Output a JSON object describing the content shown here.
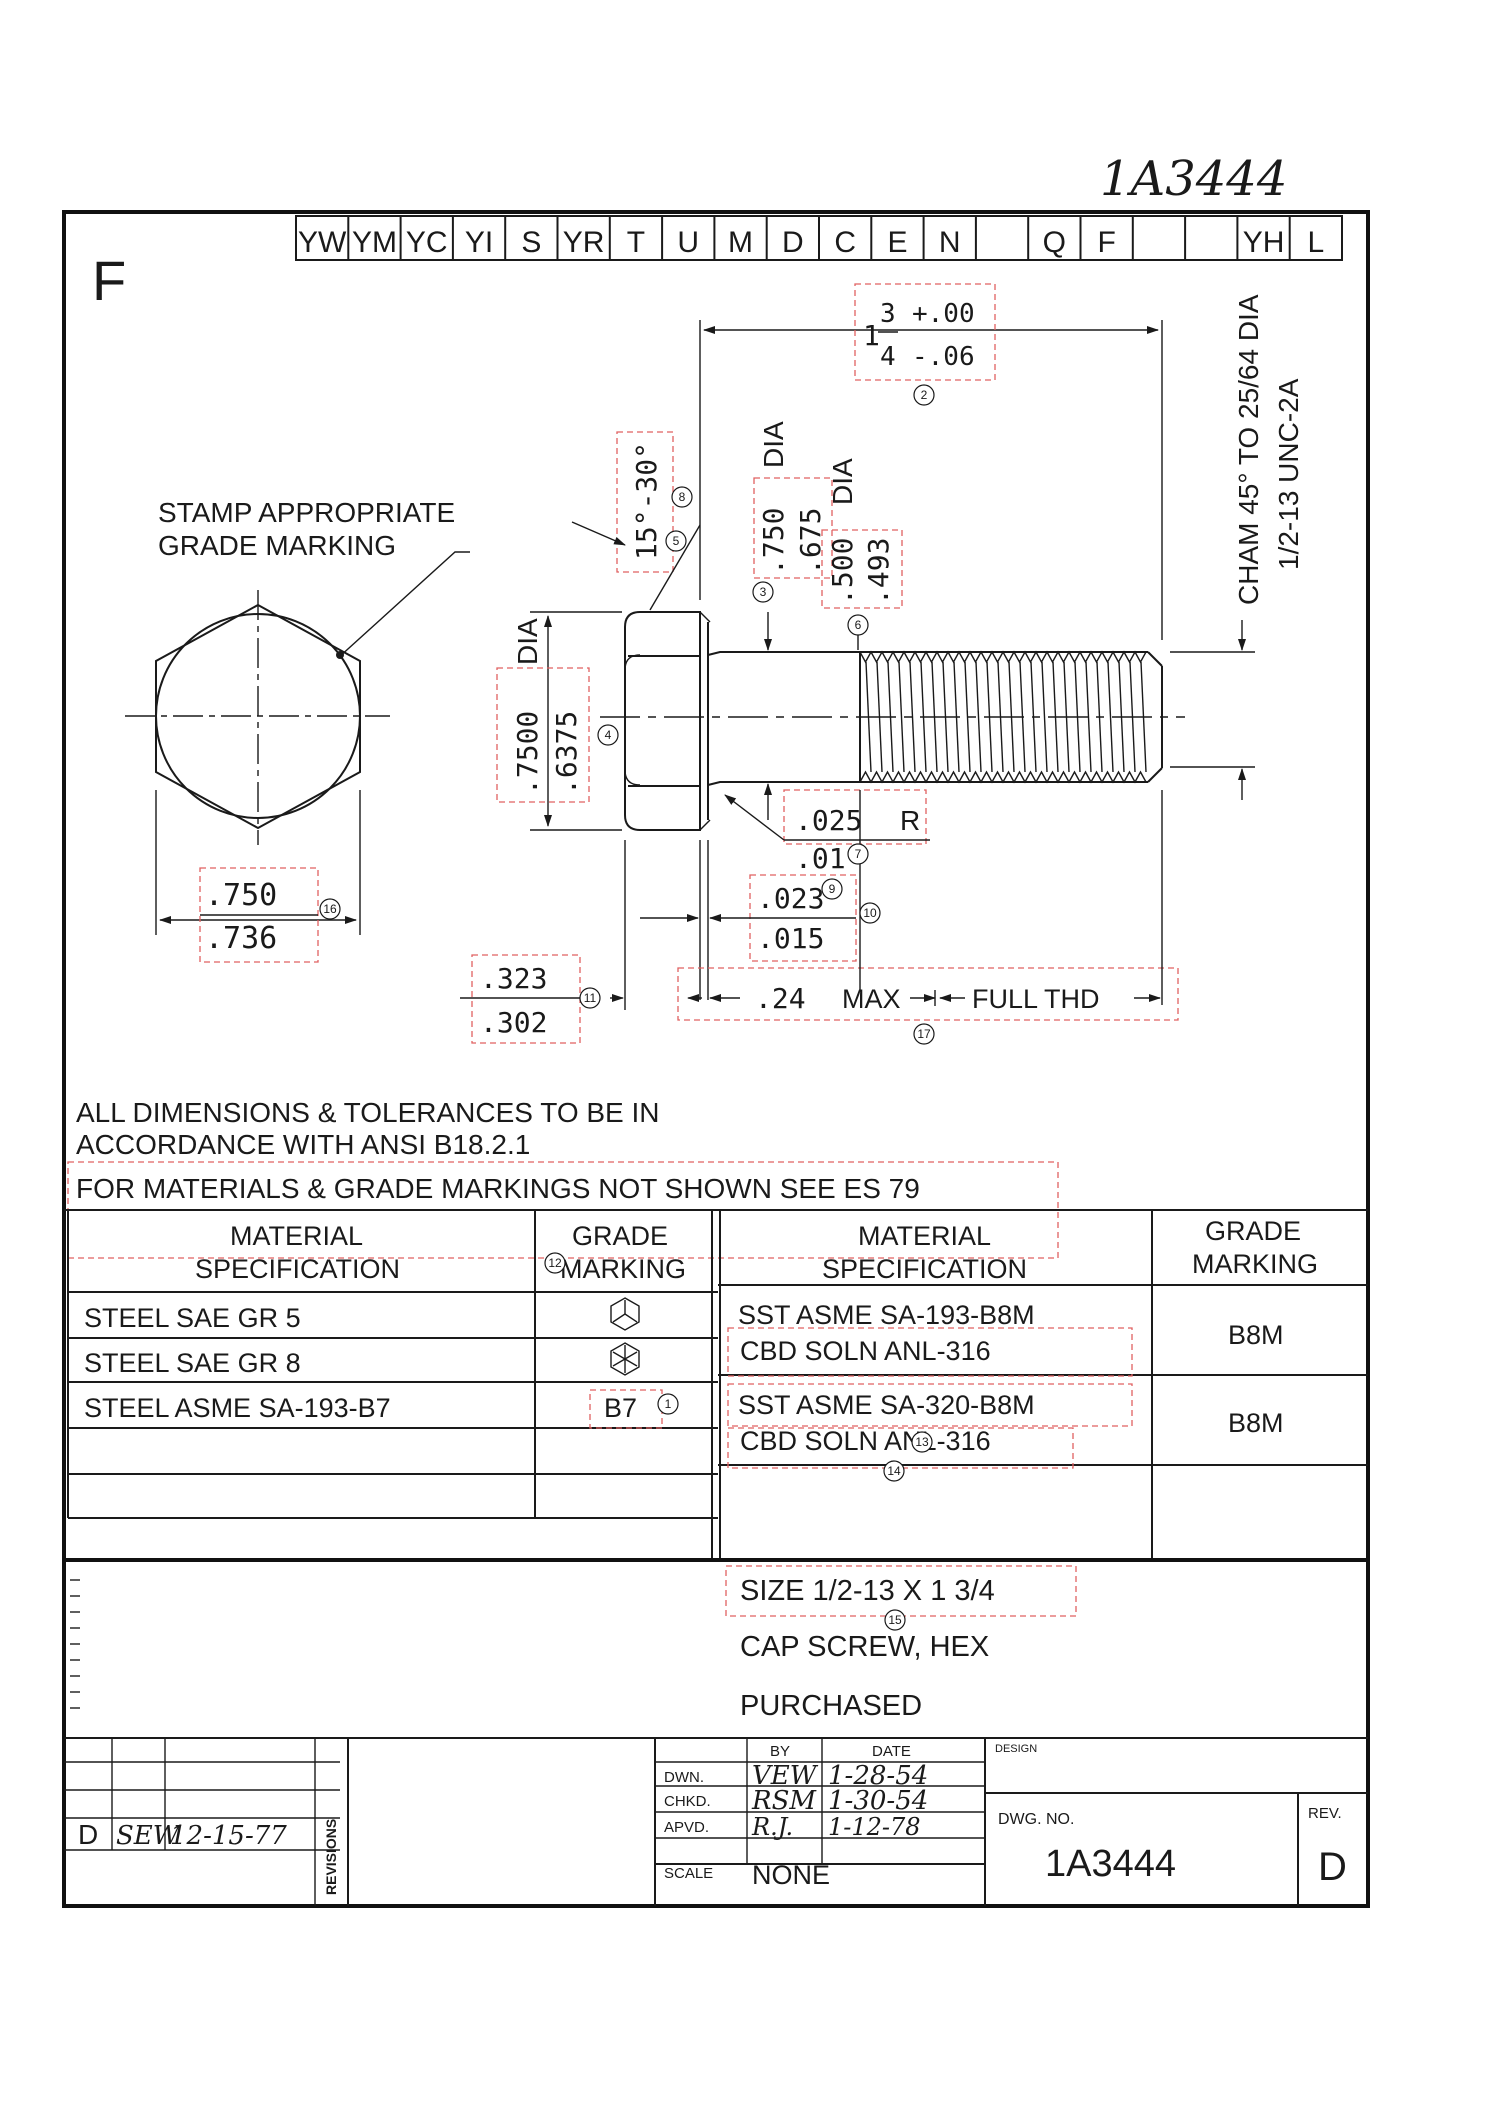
{
  "header": {
    "doc_number_handwritten": "1A3444",
    "letter_f": "F",
    "code_boxes": [
      "YW",
      "YM",
      "YC",
      "YI",
      "S",
      "YR",
      "T",
      "U",
      "M",
      "D",
      "C",
      "E",
      "N",
      "",
      "Q",
      "F",
      "",
      "",
      "YH",
      "L"
    ]
  },
  "drawing": {
    "stamp_note_line1": "STAMP APPROPRIATE",
    "stamp_note_line2": "GRADE MARKING",
    "length_whole": "1",
    "length_num": "3",
    "length_den": "4",
    "length_tol_plus": "+.00",
    "length_tol_minus": "-.06",
    "angle": "15°-30°",
    "shank_dia_max": ".750",
    "shank_dia_min": ".675",
    "dia_label_a": "DIA",
    "thread_dia_max": ".500",
    "thread_dia_min": ".493",
    "dia_label_b": "DIA",
    "cham_line1": "CHAM 45° TO 25/64 DIA",
    "cham_line2": "1/2-13 UNC-2A",
    "head_dia_max": ".7500",
    "head_dia_min": ".6375",
    "dia_label_c": "DIA",
    "radius_max": ".025",
    "radius_letter": "R",
    "radius_min": ".01",
    "fillet_max": ".023",
    "fillet_min": ".015",
    "across_flats_max": ".750",
    "across_flats_min": ".736",
    "head_height_max": ".323",
    "head_height_min": ".302",
    "thread_len": ".24",
    "max_label": "MAX",
    "full_thd": "FULL THD",
    "balloons": [
      "1",
      "2",
      "3",
      "4",
      "5",
      "6",
      "7",
      "8",
      "9",
      "10",
      "11",
      "12",
      "13",
      "14",
      "15",
      "16",
      "17"
    ]
  },
  "notes": {
    "line1": "ALL DIMENSIONS & TOLERANCES TO BE IN",
    "line2": "ACCORDANCE WITH ANSI B18.2.1",
    "line3": "FOR MATERIALS & GRADE MARKINGS NOT SHOWN SEE ES 79"
  },
  "materials_table": {
    "col1_header_a": "MATERIAL",
    "col1_header_b": "SPECIFICATION",
    "col2_header_a": "GRADE",
    "col2_header_b": "MARKING",
    "col3_header_a": "MATERIAL",
    "col3_header_b": "SPECIFICATION",
    "col4_header_a": "GRADE",
    "col4_header_b": "MARKING",
    "left_rows": [
      {
        "spec": "STEEL SAE GR 5",
        "marking": ""
      },
      {
        "spec": "STEEL SAE GR 8",
        "marking": ""
      },
      {
        "spec": "STEEL ASME SA-193-B7",
        "marking": "B7"
      }
    ],
    "right_rows": [
      {
        "spec_a": "SST ASME SA-193-B8M",
        "spec_b": "CBD SOLN ANL-316",
        "marking": "B8M"
      },
      {
        "spec_a": "SST ASME SA-320-B8M",
        "spec_b": "CBD SOLN ANL-316",
        "marking": "B8M"
      }
    ]
  },
  "title_block": {
    "size": "SIZE 1/2-13 X 1 3/4",
    "name": "CAP SCREW, HEX",
    "source": "PURCHASED",
    "by_label": "BY",
    "date_label": "DATE",
    "design_label": "DESIGN",
    "dwn_label": "DWN.",
    "dwn_by": "VEW",
    "dwn_date": "1-28-54",
    "chkd_label": "CHKD.",
    "chkd_by": "RSM",
    "chkd_date": "1-30-54",
    "apvd_label": "APVD.",
    "apvd_by": "R.J.",
    "apvd_date": "1-12-78",
    "scale_label": "SCALE",
    "scale_value": "NONE",
    "dwg_no_label": "DWG. NO.",
    "dwg_no": "1A3444",
    "rev_label": "REV.",
    "rev": "D",
    "revisions_label": "REVISIONS",
    "revision_entry": {
      "rev": "D",
      "by": "SEW",
      "date": "12-15-77"
    }
  }
}
